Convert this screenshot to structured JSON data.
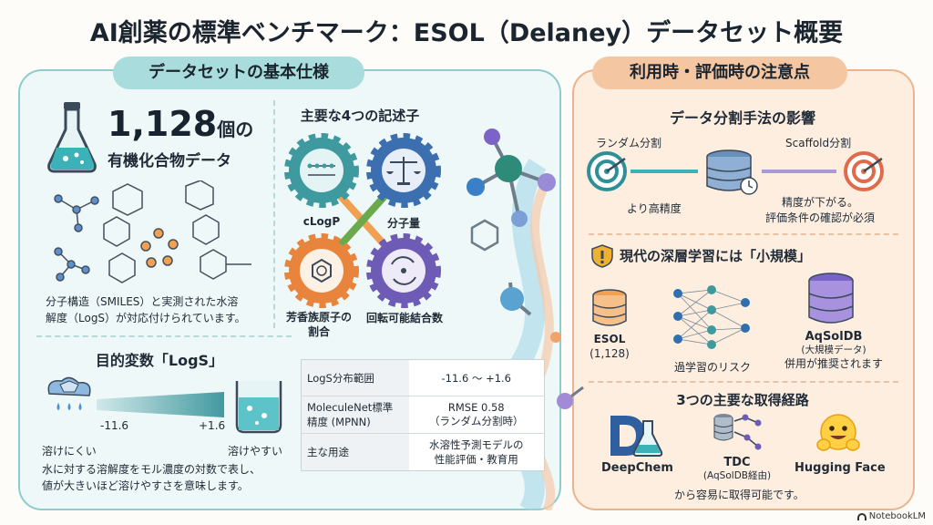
{
  "title": "AI創薬の標準ベンチマーク：ESOL（Delaney）データセット概要",
  "left": {
    "header": "データセットの基本仕様",
    "count": {
      "number": "1,128",
      "unit": "個の",
      "label": "有機化合物データ"
    },
    "structure_note_1": "分子構造（SMILES）と実測された水溶",
    "structure_note_2": "解度（LogS）が対応付けられています。",
    "descriptors": {
      "title": "主要な4つの記述子",
      "items": [
        "cLogP",
        "分子量",
        "芳香族原子の割合",
        "回転可能結合数"
      ],
      "items_line1": "芳香族原子の",
      "items_line2": "割合"
    },
    "target": {
      "title": "目的変数「LogS」",
      "low_value": "-11.6",
      "high_value": "+1.6",
      "low_label": "溶けにくい",
      "high_label": "溶けやすい",
      "desc_1": "水に対する溶解度をモル濃度の対数で表し、",
      "desc_2": "値が大きいほど溶けやすさを意味します。"
    },
    "spec_table": [
      {
        "key": "LogS分布範囲",
        "value": "-11.6 ～ +1.6",
        "value2": ""
      },
      {
        "key": "MoleculeNet標準精度 (MPNN)",
        "value": "RMSE 0.58",
        "value2": "（ランダム分割時）"
      },
      {
        "key": "主な用途",
        "value": "水溶性予測モデルの",
        "value2": "性能評価・教育用"
      }
    ]
  },
  "right": {
    "header": "利用時・評価時の注意点",
    "split": {
      "title": "データ分割手法の影響",
      "random_label": "ランダム分割",
      "scaffold_label": "Scaffold分割",
      "random_result": "より高精度",
      "scaffold_result_1": "精度が下がる。",
      "scaffold_result_2": "評価条件の確認が必須"
    },
    "small": {
      "title": "現代の深層学習には「小規模」",
      "esol_name": "ESOL",
      "esol_count": "(1,128)",
      "overfit": "過学習のリスク",
      "aqsol_name": "AqSolDB",
      "aqsol_note": "(大規模データ)",
      "aqsol_reco": "併用が推奨されます"
    },
    "sources": {
      "title": "3つの主要な取得経路",
      "items": [
        "DeepChem",
        "TDC",
        "Hugging Face"
      ],
      "tdc_note": "(AqSolDB経由)",
      "footer": "から容易に取得可能です。"
    }
  },
  "branding": "NotebookLM",
  "colors": {
    "teal": "#2f8f96",
    "blue": "#3b6fb0",
    "orange": "#e8843c",
    "purple": "#6e5bb5",
    "green": "#6aaa4c"
  }
}
